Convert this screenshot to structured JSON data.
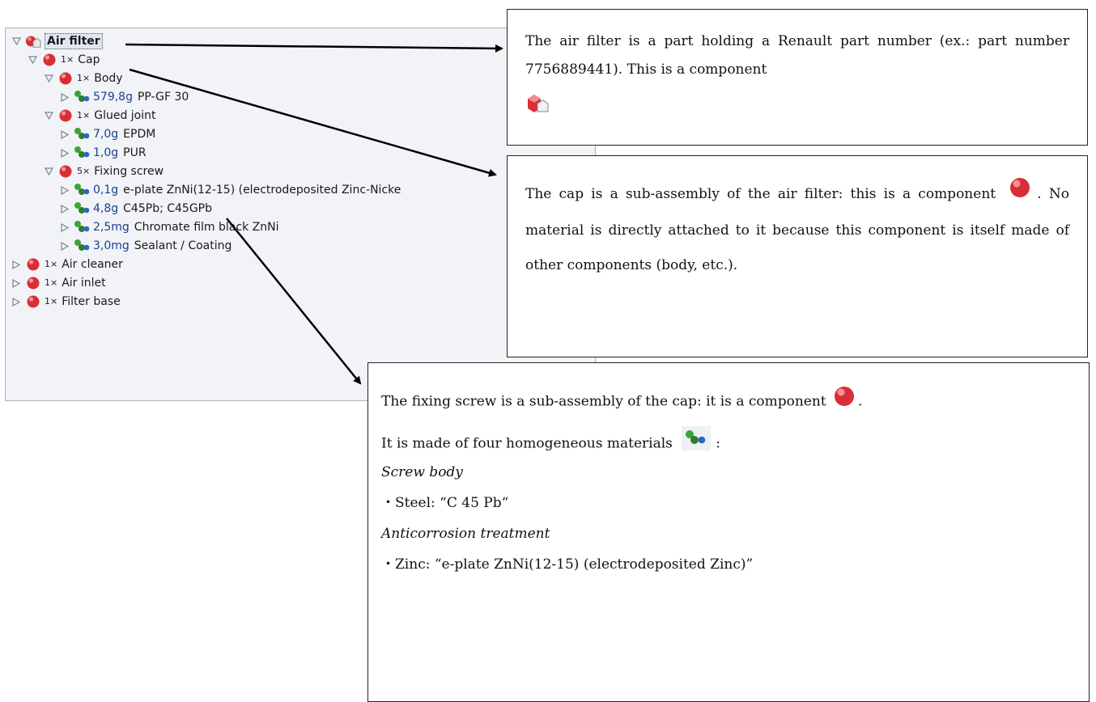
{
  "tree": {
    "rows": [
      {
        "qty": "",
        "mass": "",
        "name": "Air filter"
      },
      {
        "qty": "1×",
        "mass": "",
        "name": "Cap"
      },
      {
        "qty": "1×",
        "mass": "",
        "name": "Body"
      },
      {
        "qty": "",
        "mass": "579,8g",
        "name": "PP-GF 30"
      },
      {
        "qty": "1×",
        "mass": "",
        "name": "Glued joint"
      },
      {
        "qty": "",
        "mass": "7,0g",
        "name": "EPDM"
      },
      {
        "qty": "",
        "mass": "1,0g",
        "name": "PUR"
      },
      {
        "qty": "5×",
        "mass": "",
        "name": "Fixing screw"
      },
      {
        "qty": "",
        "mass": "0,1g",
        "name": "e-plate ZnNi(12-15) (electrodeposited Zinc-Nicke"
      },
      {
        "qty": "",
        "mass": "4,8g",
        "name": "C45Pb; C45GPb"
      },
      {
        "qty": "",
        "mass": "2,5mg",
        "name": "Chromate film black ZnNi"
      },
      {
        "qty": "",
        "mass": "3,0mg",
        "name": "Sealant / Coating"
      },
      {
        "qty": "1×",
        "mass": "",
        "name": "Air cleaner"
      },
      {
        "qty": "1×",
        "mass": "",
        "name": "Air inlet"
      },
      {
        "qty": "1×",
        "mass": "",
        "name": "Filter base"
      }
    ]
  },
  "callout1": {
    "text": "The air filter is a part holding a Renault part number (ex.: part number 7756889441). This is a component"
  },
  "callout2": {
    "text_a": "The cap is a sub-assembly of the air filter: this is a component",
    "text_b": ". No material is directly attached to it because this component is itself made of other components (body, etc.)."
  },
  "callout3": {
    "line1": "The fixing screw is a sub-assembly of the cap: it is a component",
    "line1_end": ".",
    "line2": "It is made of four homogeneous materials",
    "line2_end": ":",
    "heading1": "Screw body",
    "item1": "・Steel: “C 45 Pb“",
    "heading2": "Anticorrosion treatment",
    "item2": "・Zinc: “e-plate ZnNi(12-15) (electrodeposited Zinc)”"
  }
}
